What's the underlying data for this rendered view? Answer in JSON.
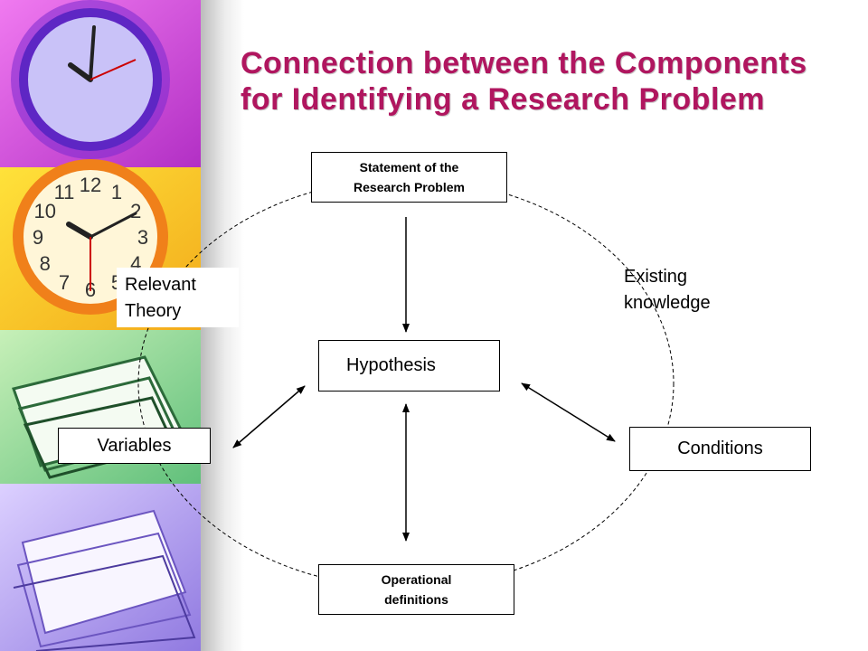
{
  "title": {
    "line1": "Connection between the Components",
    "line2": "for Identifying a Research Problem"
  },
  "diagram": {
    "statement": {
      "line1": "Statement of the",
      "line2": "Research Problem"
    },
    "hypothesis": "Hypothesis",
    "variables": "Variables",
    "conditions": "Conditions",
    "operational": {
      "line1": "Operational",
      "line2": "definitions"
    },
    "relevant_theory": {
      "line1": "Relevant",
      "line2": "Theory"
    },
    "existing_knowledge": {
      "line1": "Existing",
      "line2": "knowledge"
    }
  },
  "colors": {
    "title": "#b0165f",
    "decor_panels": [
      "#d650d6",
      "#f4c418",
      "#8fd48f",
      "#b9a4f2"
    ]
  },
  "decor": {
    "clock_numerals": [
      "12",
      "1",
      "2",
      "3",
      "4",
      "5",
      "6",
      "7",
      "8",
      "9",
      "10",
      "11"
    ]
  }
}
